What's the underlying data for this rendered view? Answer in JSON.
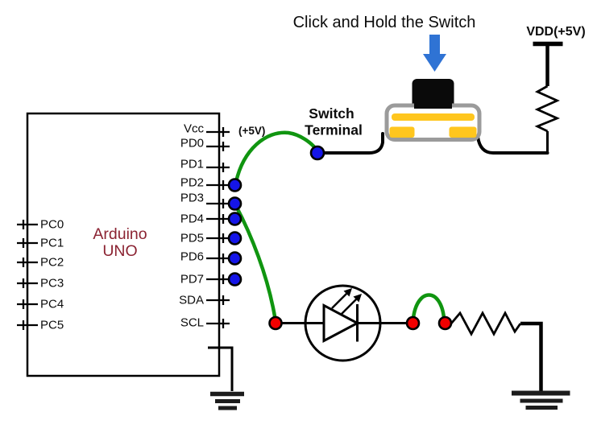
{
  "diagram": {
    "caption": "Click and Hold the Switch",
    "switch_label_line1": "Switch",
    "switch_label_line2": "Terminal",
    "vdd_label": "VDD(+5V)",
    "vcc_note": "(+5V)"
  },
  "arduino": {
    "name_line1": "Arduino",
    "name_line2": "UNO",
    "left_pins": [
      "PC0",
      "PC1",
      "PC2",
      "PC3",
      "PC4",
      "PC5"
    ],
    "right_pins": [
      "Vcc",
      "PD0",
      "PD1",
      "PD2",
      "PD3",
      "PD4",
      "PD5",
      "PD6",
      "PD7",
      "SDA",
      "SCL"
    ]
  },
  "colors": {
    "wire_green": "#109510",
    "node_blue": "#1515e8",
    "node_red": "#f20000",
    "arrow_blue": "#2f73d4",
    "switch_grey": "#9b9b9b",
    "switch_yellow": "#ffc61e",
    "board_label": "#8b2332",
    "ink": "#000000"
  }
}
